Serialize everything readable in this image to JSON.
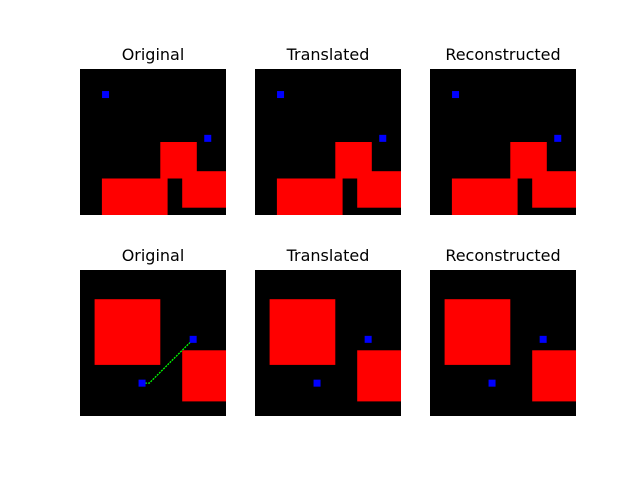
{
  "colors": {
    "background": "#000000",
    "obstacle": "#ff0000",
    "point": "#0000ff",
    "path": "#00ff00"
  },
  "grid": {
    "width": 20,
    "height": 20
  },
  "rows": [
    {
      "panels": [
        {
          "title": "Original",
          "rects": [
            [
              3,
              15,
              12,
              20
            ],
            [
              11,
              10,
              16,
              15
            ],
            [
              14,
              14,
              20,
              19
            ]
          ],
          "points": [
            [
              3.5,
              3.5
            ],
            [
              17.5,
              9.5
            ]
          ],
          "path": []
        },
        {
          "title": "Translated",
          "rects": [
            [
              3,
              15,
              12,
              20
            ],
            [
              11,
              10,
              16,
              15
            ],
            [
              14,
              14,
              20,
              19
            ]
          ],
          "points": [
            [
              3.5,
              3.5
            ],
            [
              17.5,
              9.5
            ]
          ],
          "path": []
        },
        {
          "title": "Reconstructed",
          "rects": [
            [
              3,
              15,
              12,
              20
            ],
            [
              11,
              10,
              16,
              15
            ],
            [
              14,
              14,
              20,
              19
            ]
          ],
          "points": [
            [
              3.5,
              3.5
            ],
            [
              17.5,
              9.5
            ]
          ],
          "path": []
        }
      ]
    },
    {
      "panels": [
        {
          "title": "Original",
          "rects": [
            [
              2,
              4,
              11,
              13
            ],
            [
              14,
              11,
              20,
              18
            ]
          ],
          "points": [
            [
              8.5,
              15.5
            ],
            [
              15.5,
              9.5
            ]
          ],
          "path": [
            [
              8.5,
              15.5
            ],
            [
              9.5,
              15.5
            ],
            [
              15.5,
              9.5
            ]
          ]
        },
        {
          "title": "Translated",
          "rects": [
            [
              2,
              4,
              11,
              13
            ],
            [
              14,
              11,
              20,
              18
            ]
          ],
          "points": [
            [
              8.5,
              15.5
            ],
            [
              15.5,
              9.5
            ]
          ],
          "path": []
        },
        {
          "title": "Reconstructed",
          "rects": [
            [
              2,
              4,
              11,
              13
            ],
            [
              14,
              11,
              20,
              18
            ]
          ],
          "points": [
            [
              8.5,
              15.5
            ],
            [
              15.5,
              9.5
            ]
          ],
          "path": []
        }
      ]
    }
  ]
}
